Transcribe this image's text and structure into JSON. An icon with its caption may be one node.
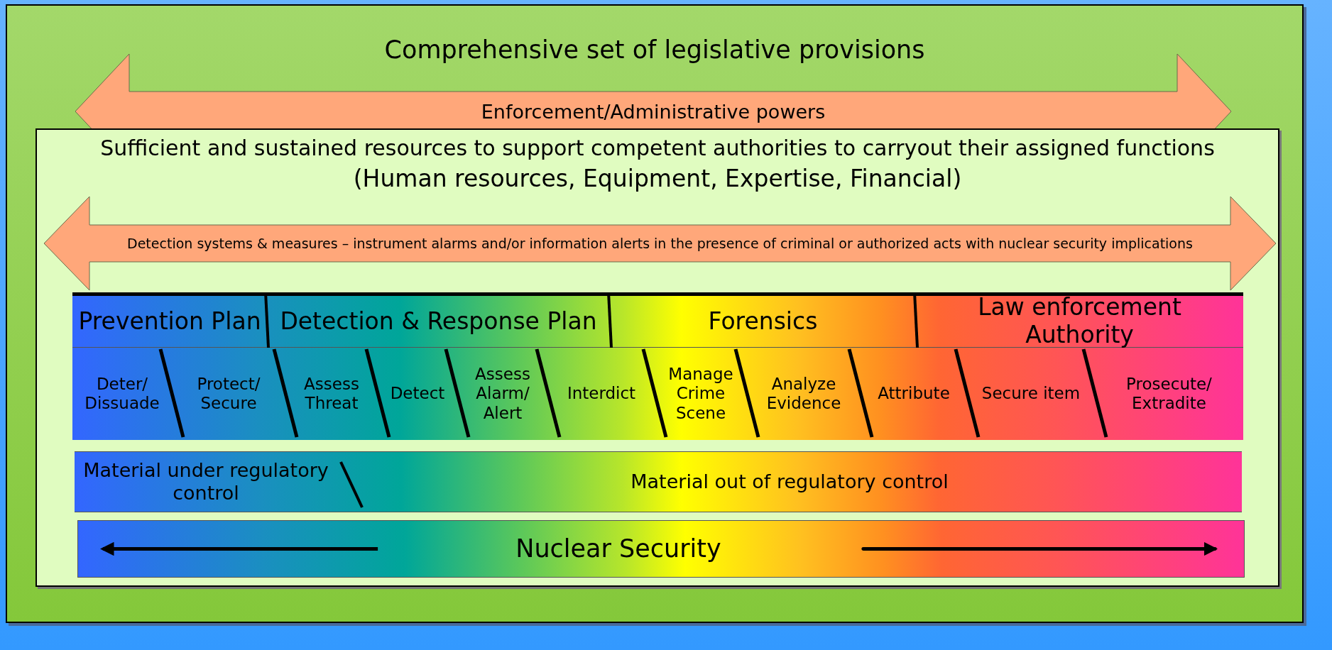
{
  "diagram": {
    "nodes": [
      {
        "text": [
          "Comprehensive set of legislative provisions"
        ]
      },
      {
        "text": [
          "Enforcement/Administrative powers"
        ],
        "in": 0
      },
      {
        "text": [
          "Sufficient and sustained resources to support competent authorities to carryout their assigned functions",
          "(Human resources, Equipment, Expertise, Financial)"
        ],
        "in": 0
      },
      {
        "text": [
          "Detection systems & measures – instrument alarms and/or information alerts in the presence of criminal or authorized acts with nuclear security implications"
        ],
        "in": 2
      },
      {
        "text": [
          "Prevention Plan"
        ],
        "in": 2
      },
      {
        "text": [
          "Detection & Response Plan"
        ],
        "in": 2
      },
      {
        "text": [
          "Forensics"
        ],
        "in": 2
      },
      {
        "text": [
          "Law enforcement Authority"
        ],
        "in": 2
      },
      {
        "text": [
          "Deter/ Dissuade"
        ],
        "in": 2
      },
      {
        "text": [
          "Protect/ Secure"
        ],
        "in": 2
      },
      {
        "text": [
          "Assess Threat"
        ],
        "in": 2
      },
      {
        "text": [
          "Detect"
        ],
        "in": 2
      },
      {
        "text": [
          "Assess Alarm/ Alert"
        ],
        "in": 2
      },
      {
        "text": [
          "Interdict"
        ],
        "in": 2
      },
      {
        "text": [
          "Manage Crime Scene"
        ],
        "in": 2
      },
      {
        "text": [
          "Analyze Evidence"
        ],
        "in": 2
      },
      {
        "text": [
          "Attribute"
        ],
        "in": 2
      },
      {
        "text": [
          "Secure item"
        ],
        "in": 2
      },
      {
        "text": [
          "Prosecute/ Extradite"
        ],
        "in": 2
      },
      {
        "text": [
          "Material under regulatory control"
        ],
        "in": 2
      },
      {
        "text": [
          "Material out of regulatory control"
        ],
        "in": 2
      },
      {
        "text": [
          "Nuclear Security"
        ],
        "in": 2
      }
    ]
  }
}
